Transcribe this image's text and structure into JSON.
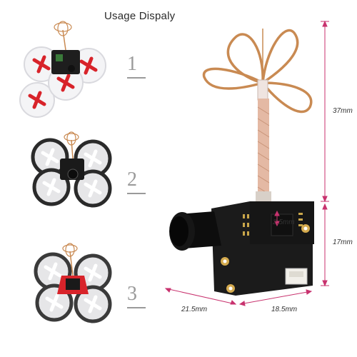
{
  "header": {
    "title": "Usage Dispaly"
  },
  "steps": [
    {
      "label": "1"
    },
    {
      "label": "2"
    },
    {
      "label": "3"
    }
  ],
  "dimensions": {
    "height_total": "37mm",
    "height_board": "17mm",
    "gap": "2.5mm",
    "width_left": "21.5mm",
    "width_right": "18.5mm"
  },
  "colors": {
    "dimension_line": "#c8326e",
    "antenna_copper": "#c98a52",
    "board": "#1b1b1b",
    "drone_red": "#d8232a"
  }
}
